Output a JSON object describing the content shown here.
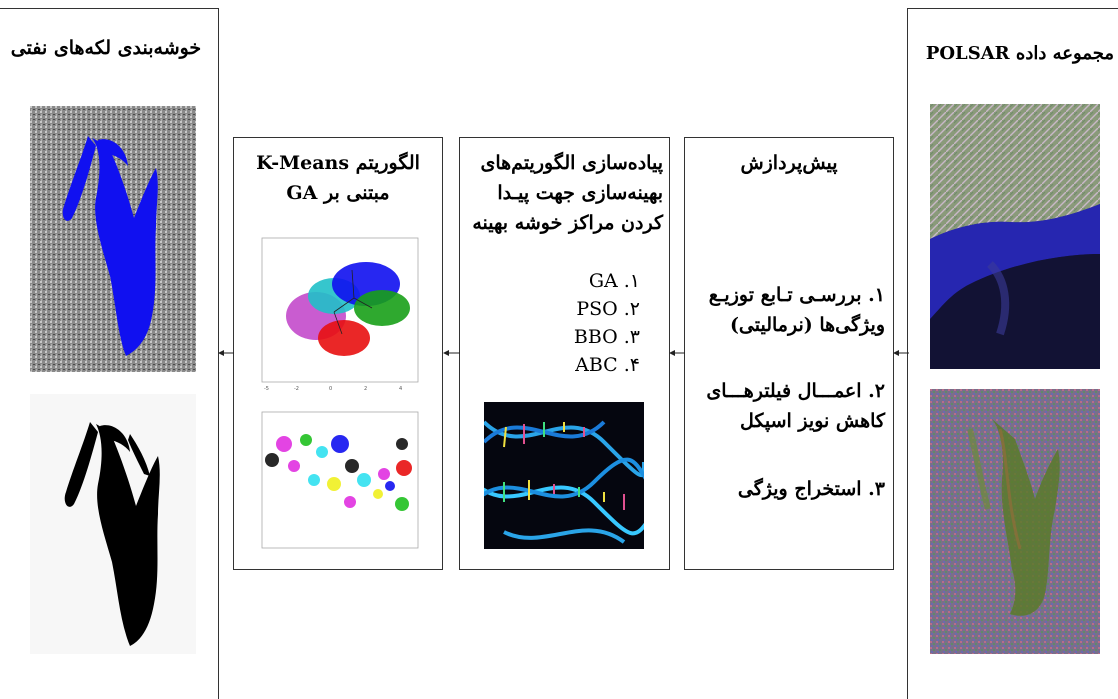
{
  "boxes": {
    "dataset": {
      "title": "مجموعه داده POLSAR"
    },
    "preprocess": {
      "title": "پیش‌پردازش",
      "items": [
        "۱. بررسـی تـابع توزیـع ویژگی‌ها (نرمالیتی)",
        "۲. اعمـــال فیلترهـــای کاهش نویز اسپکل",
        "۳. استخراج ویژگی"
      ]
    },
    "optimization": {
      "title": "پیاده‌سازی الگوریتم‌های بهینه‌سازی جهت پیـدا کردن مراکز خوشه بهینه",
      "items": [
        "GA .۱",
        "PSO .۲",
        "BBO .۳",
        "ABC .۴"
      ]
    },
    "kmeans": {
      "title": "الگوریتم K-Means مبتنی بر GA"
    },
    "result": {
      "title": "خوشه‌بندی لکه‌های نفتی"
    }
  },
  "colors": {
    "oil_blue": "#1010f0",
    "sea_dark": "#1c1c6a",
    "border": "#333333"
  },
  "icons": [
    "arrow-left-icon",
    "dna-helix-image",
    "sar-image",
    "scatter-plot"
  ]
}
